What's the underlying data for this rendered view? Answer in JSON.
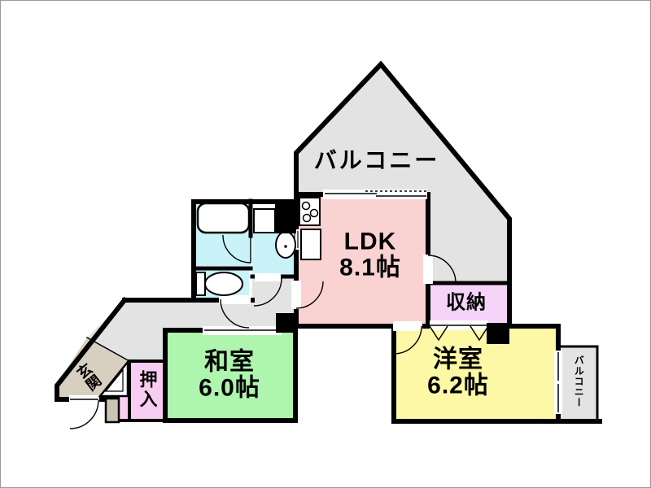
{
  "floorplan": {
    "rooms": {
      "balcony_top": {
        "label": "バルコニー"
      },
      "ldk": {
        "name": "LDK",
        "size": "8.1帖"
      },
      "storage": {
        "label": "収納"
      },
      "western_room": {
        "name": "洋室",
        "size": "6.2帖"
      },
      "japanese_room": {
        "name": "和室",
        "size": "6.0帖"
      },
      "closet": {
        "label": "押入"
      },
      "entrance": {
        "label": "玄関"
      },
      "balcony_side": {
        "label": "バルコニー"
      }
    },
    "colors": {
      "balcony": "#e3e3e3",
      "corridor": "#e3e3e3",
      "ldk": "#fad2d2",
      "storage": "#f6d3f8",
      "western_room": "#fcf8a6",
      "japanese_room": "#aef5ae",
      "closet": "#f8cdf2",
      "entrance": "#d7d0c0",
      "bathroom": "#c9f3f8",
      "wall": "#000000"
    }
  }
}
